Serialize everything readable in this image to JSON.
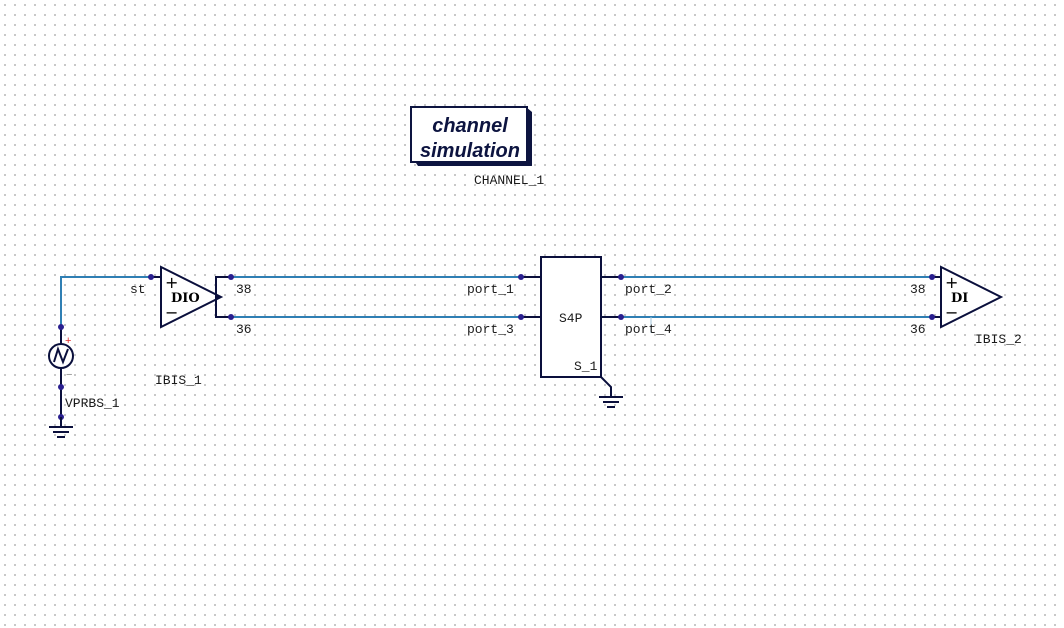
{
  "title_block": {
    "line1": "channel",
    "line2": "simulation",
    "ref": "CHANNEL_1"
  },
  "source": {
    "ref": "VPRBS_1",
    "plus": "+",
    "minus": "−"
  },
  "tx": {
    "ref": "IBIS_1",
    "label": "DIO",
    "plus": "+",
    "minus": "−",
    "input_pin": "st",
    "pin_plus": "38",
    "pin_minus": "36"
  },
  "sparam": {
    "ref": "S_1",
    "label": "S4P",
    "port1": "port_1",
    "port2": "port_2",
    "port3": "port_3",
    "port4": "port_4"
  },
  "rx": {
    "ref": "IBIS_2",
    "label": "DI",
    "plus": "+",
    "minus": "−",
    "pin_plus": "38",
    "pin_minus": "36"
  },
  "colors": {
    "wire": "#2f7fb4",
    "symbol": "#0a0f3c",
    "pin_dot": "#2a1f8f",
    "grid_dot": "#b9b9b9",
    "plus_mark": "#e03030"
  }
}
